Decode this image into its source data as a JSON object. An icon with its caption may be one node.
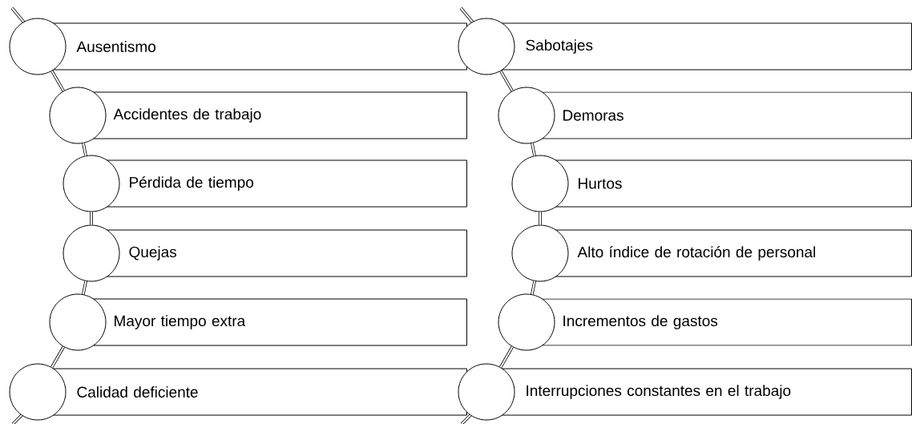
{
  "diagram": {
    "nodes": [
      {
        "text": [
          "Ausentismo"
        ]
      },
      {
        "text": [],
        "shape": "circle"
      },
      {
        "text": [
          "Accidentes de trabajo"
        ]
      },
      {
        "text": [],
        "shape": "circle"
      },
      {
        "text": [
          "Pérdida de tiempo"
        ]
      },
      {
        "text": [],
        "shape": "circle"
      },
      {
        "text": [
          "Quejas"
        ]
      },
      {
        "text": [],
        "shape": "circle"
      },
      {
        "text": [
          "Mayor tiempo extra"
        ]
      },
      {
        "text": [],
        "shape": "circle"
      },
      {
        "text": [
          "Calidad deficiente"
        ]
      },
      {
        "text": [],
        "shape": "circle"
      },
      {
        "text": [
          "Sabotajes"
        ]
      },
      {
        "text": [],
        "shape": "circle"
      },
      {
        "text": [
          "Demoras"
        ]
      },
      {
        "text": [],
        "shape": "circle"
      },
      {
        "text": [
          "Hurtos"
        ]
      },
      {
        "text": [],
        "shape": "circle"
      },
      {
        "text": [
          "Alto índice de rotación de personal"
        ]
      },
      {
        "text": [],
        "shape": "circle"
      },
      {
        "text": [
          "Incrementos de gastos"
        ]
      },
      {
        "text": [],
        "shape": "circle"
      },
      {
        "text": [
          "Interrupciones constantes en el trabajo"
        ]
      },
      {
        "text": [],
        "shape": "circle"
      }
    ],
    "edges": [
      {
        "from": 1,
        "to": 3,
        "arrow": "none"
      },
      {
        "from": 3,
        "to": 5,
        "arrow": "none"
      },
      {
        "from": 5,
        "to": 7,
        "arrow": "none"
      },
      {
        "from": 7,
        "to": 9,
        "arrow": "none"
      },
      {
        "from": 9,
        "to": 11,
        "arrow": "none"
      },
      {
        "from": 13,
        "to": 15,
        "arrow": "none"
      },
      {
        "from": 15,
        "to": 17,
        "arrow": "none"
      },
      {
        "from": 17,
        "to": 19,
        "arrow": "none"
      },
      {
        "from": 19,
        "to": 21,
        "arrow": "none"
      },
      {
        "from": 21,
        "to": 23,
        "arrow": "none"
      }
    ]
  }
}
